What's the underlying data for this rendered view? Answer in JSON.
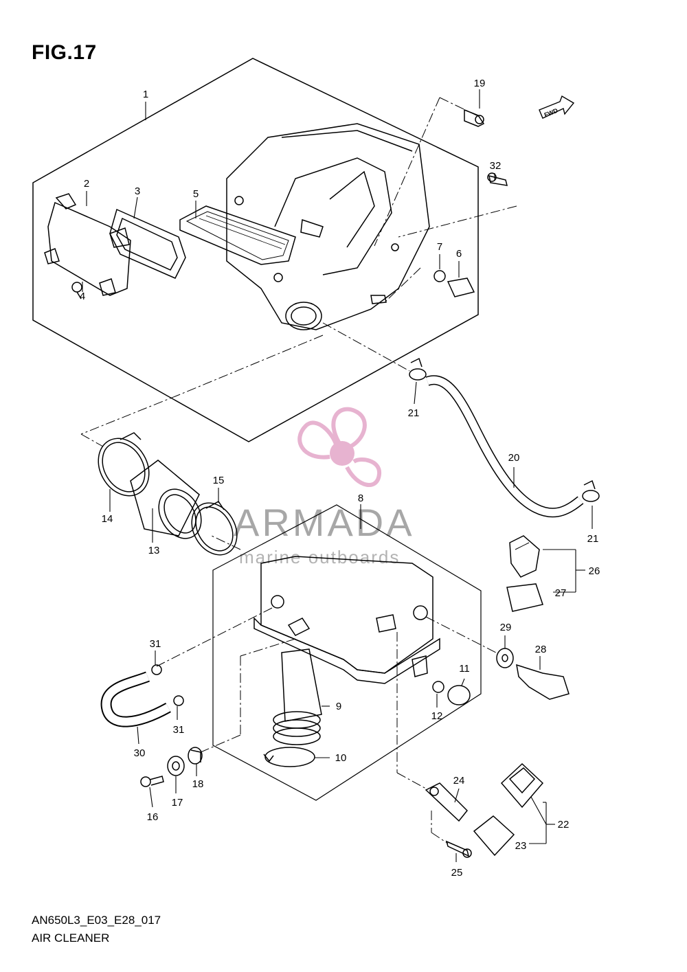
{
  "figure": {
    "title": "FIG.17"
  },
  "footer": {
    "code": "AN650L3_E03_E28_017",
    "name": "AIR CLEANER"
  },
  "watermark": {
    "brand": "ARMADA",
    "tagline": "marine outboards",
    "logo": "propeller-logo",
    "color": "#e3a6c8"
  },
  "direction_tag": {
    "label": "FWD"
  },
  "callouts": [
    {
      "id": "1",
      "label": "1"
    },
    {
      "id": "2",
      "label": "2"
    },
    {
      "id": "3",
      "label": "3"
    },
    {
      "id": "4",
      "label": "4"
    },
    {
      "id": "5",
      "label": "5"
    },
    {
      "id": "6",
      "label": "6"
    },
    {
      "id": "7",
      "label": "7"
    },
    {
      "id": "8",
      "label": "8"
    },
    {
      "id": "9",
      "label": "9"
    },
    {
      "id": "10",
      "label": "10"
    },
    {
      "id": "11",
      "label": "11"
    },
    {
      "id": "12",
      "label": "12"
    },
    {
      "id": "13",
      "label": "13"
    },
    {
      "id": "14",
      "label": "14"
    },
    {
      "id": "15",
      "label": "15"
    },
    {
      "id": "16",
      "label": "16"
    },
    {
      "id": "17",
      "label": "17"
    },
    {
      "id": "18",
      "label": "18"
    },
    {
      "id": "19",
      "label": "19"
    },
    {
      "id": "20",
      "label": "20"
    },
    {
      "id": "21a",
      "label": "21"
    },
    {
      "id": "21b",
      "label": "21"
    },
    {
      "id": "22",
      "label": "22"
    },
    {
      "id": "23",
      "label": "23"
    },
    {
      "id": "24",
      "label": "24"
    },
    {
      "id": "25",
      "label": "25"
    },
    {
      "id": "26",
      "label": "26"
    },
    {
      "id": "27",
      "label": "27"
    },
    {
      "id": "28",
      "label": "28"
    },
    {
      "id": "29",
      "label": "29"
    },
    {
      "id": "30",
      "label": "30"
    },
    {
      "id": "31a",
      "label": "31"
    },
    {
      "id": "31b",
      "label": "31"
    },
    {
      "id": "32",
      "label": "32"
    }
  ]
}
